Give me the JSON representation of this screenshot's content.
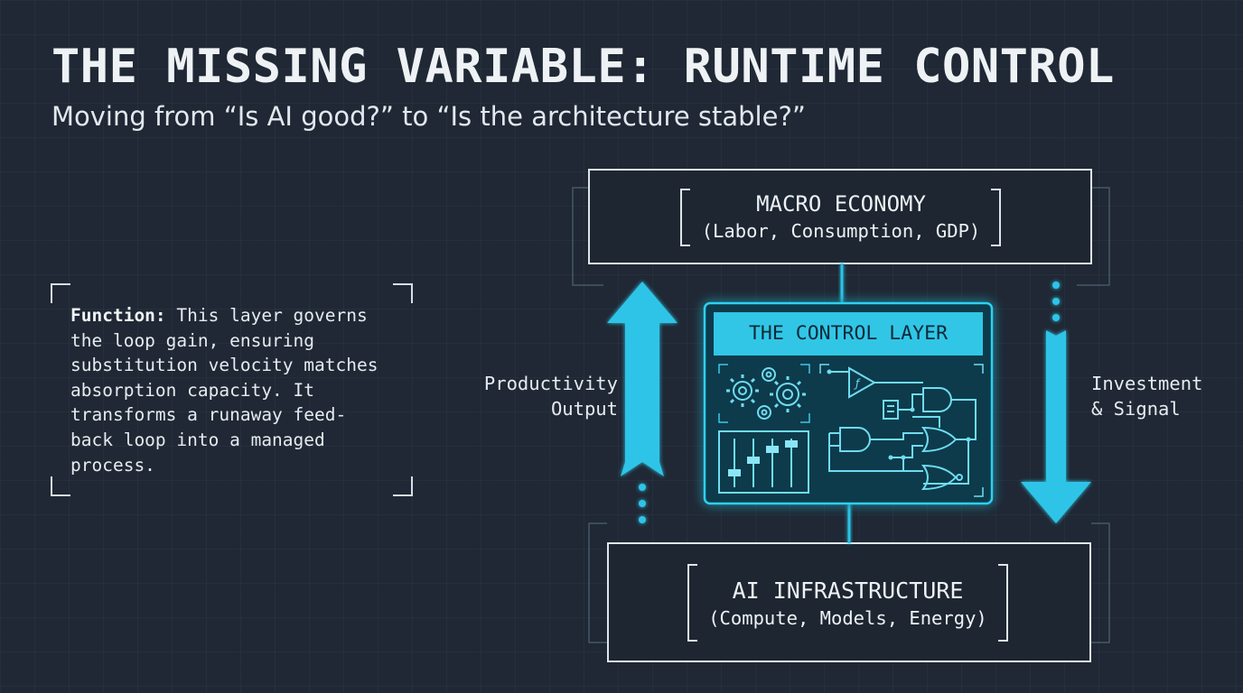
{
  "title": "THE MISSING VARIABLE: RUNTIME CONTROL",
  "subtitle": "Moving from “Is AI good?” to “Is the architecture stable?”",
  "function_note": {
    "heading": "Function:",
    "text": " This layer governs\nthe loop gain, ensuring\nsubstitution velocity matches\nabsorption capacity. It\ntransforms a runaway feed-\nback loop into a managed\nprocess."
  },
  "macro_economy": {
    "title": "MACRO ECONOMY",
    "detail": "(Labor, Consumption, GDP)"
  },
  "control_layer": {
    "title": "THE CONTROL LAYER",
    "function_symbol": "ƒ"
  },
  "ai_infrastructure": {
    "title": "AI INFRASTRUCTURE",
    "detail": "(Compute, Models, Energy)"
  },
  "left_flow_label": "Productivity\nOutput",
  "right_flow_label": "Investment\n& Signal",
  "colors": {
    "background": "#1f2834",
    "accent": "#29c3e6",
    "box_border": "#dfe5ec",
    "text": "#e6ebf0"
  },
  "icons": [
    "gears-icon",
    "sliders-icon",
    "logic-circuit-icon",
    "up-arrow-icon",
    "down-arrow-icon"
  ]
}
